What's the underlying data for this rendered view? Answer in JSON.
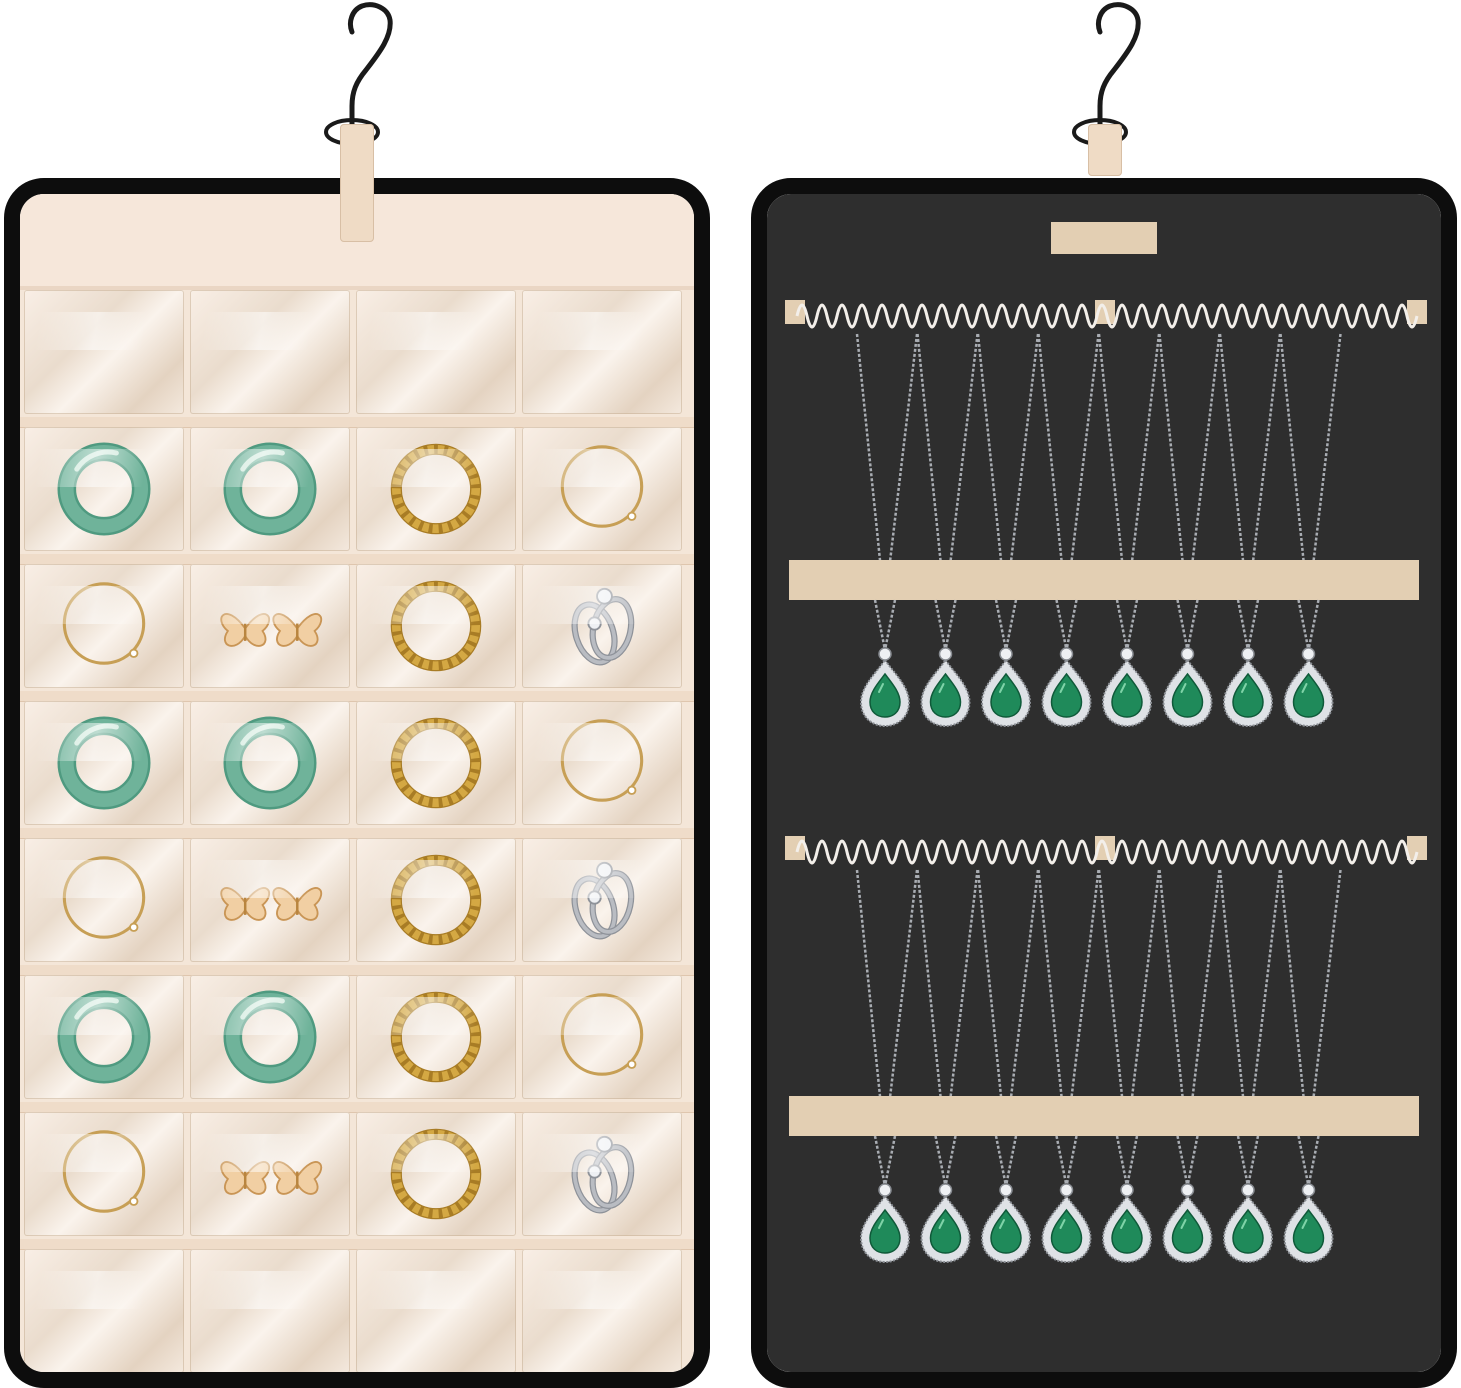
{
  "product": {
    "left_panel": {
      "pocket_rows": 8,
      "pocket_columns": 4,
      "pocket_contents": [
        [
          "empty",
          "empty",
          "empty",
          "empty"
        ],
        [
          "jade-bangle",
          "jade-bangle",
          "gold-chain-bracelet",
          "gold-hoop-earring"
        ],
        [
          "gold-hoop-earring",
          "butterfly-earrings",
          "gold-chain-bracelet",
          "silver-rings"
        ],
        [
          "jade-bangle",
          "jade-bangle",
          "gold-chain-bracelet",
          "gold-hoop-earring"
        ],
        [
          "gold-hoop-earring",
          "butterfly-earrings",
          "gold-chain-bracelet",
          "silver-rings"
        ],
        [
          "jade-bangle",
          "jade-bangle",
          "gold-chain-bracelet",
          "gold-hoop-earring"
        ],
        [
          "gold-hoop-earring",
          "butterfly-earrings",
          "gold-chain-bracelet",
          "silver-rings"
        ],
        [
          "empty",
          "empty",
          "empty",
          "empty"
        ]
      ]
    },
    "right_panel": {
      "rack_sections": 2,
      "necklaces_per_section": 8,
      "pendant": "emerald-teardrop-pendant"
    },
    "colors": {
      "frame": "#0d0d0d",
      "beige": "#efdbc5",
      "charcoal": "#2e2e2e",
      "jade": "#6fb39a",
      "gold": "#d4a843",
      "silver": "#b9bcc2",
      "emerald": "#1f8a5a"
    }
  }
}
